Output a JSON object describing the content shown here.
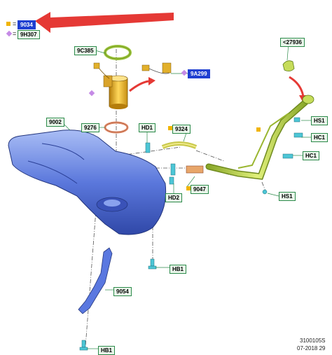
{
  "legend": {
    "equals": "=",
    "selected_code": "9034",
    "part_code": "9H307",
    "square_color": "#f0b400",
    "diamond_color": "#c58ae6"
  },
  "labels": {
    "p27936": "<27936",
    "p9C385": "9C385",
    "p9A299": "9A299",
    "p9002": "9002",
    "p9276": "9276",
    "pHD1": "HD1",
    "p9324": "9324",
    "pHS1a": "HS1",
    "pHC1a": "HC1",
    "pHC1b": "HC1",
    "pHD2": "HD2",
    "p9047": "9047",
    "pHS1b": "HS1",
    "pHB1a": "HB1",
    "p9054": "9054",
    "pHB1b": "HB1"
  },
  "footer": {
    "code": "3100105S",
    "date": "07-2018 29"
  },
  "colors": {
    "tank": "#4f6fd8",
    "filler": "#b6d14a",
    "pump": "#e2b02b",
    "strap": "#5577e0",
    "arrow": "#e53935",
    "seal": "#e38c6a"
  }
}
